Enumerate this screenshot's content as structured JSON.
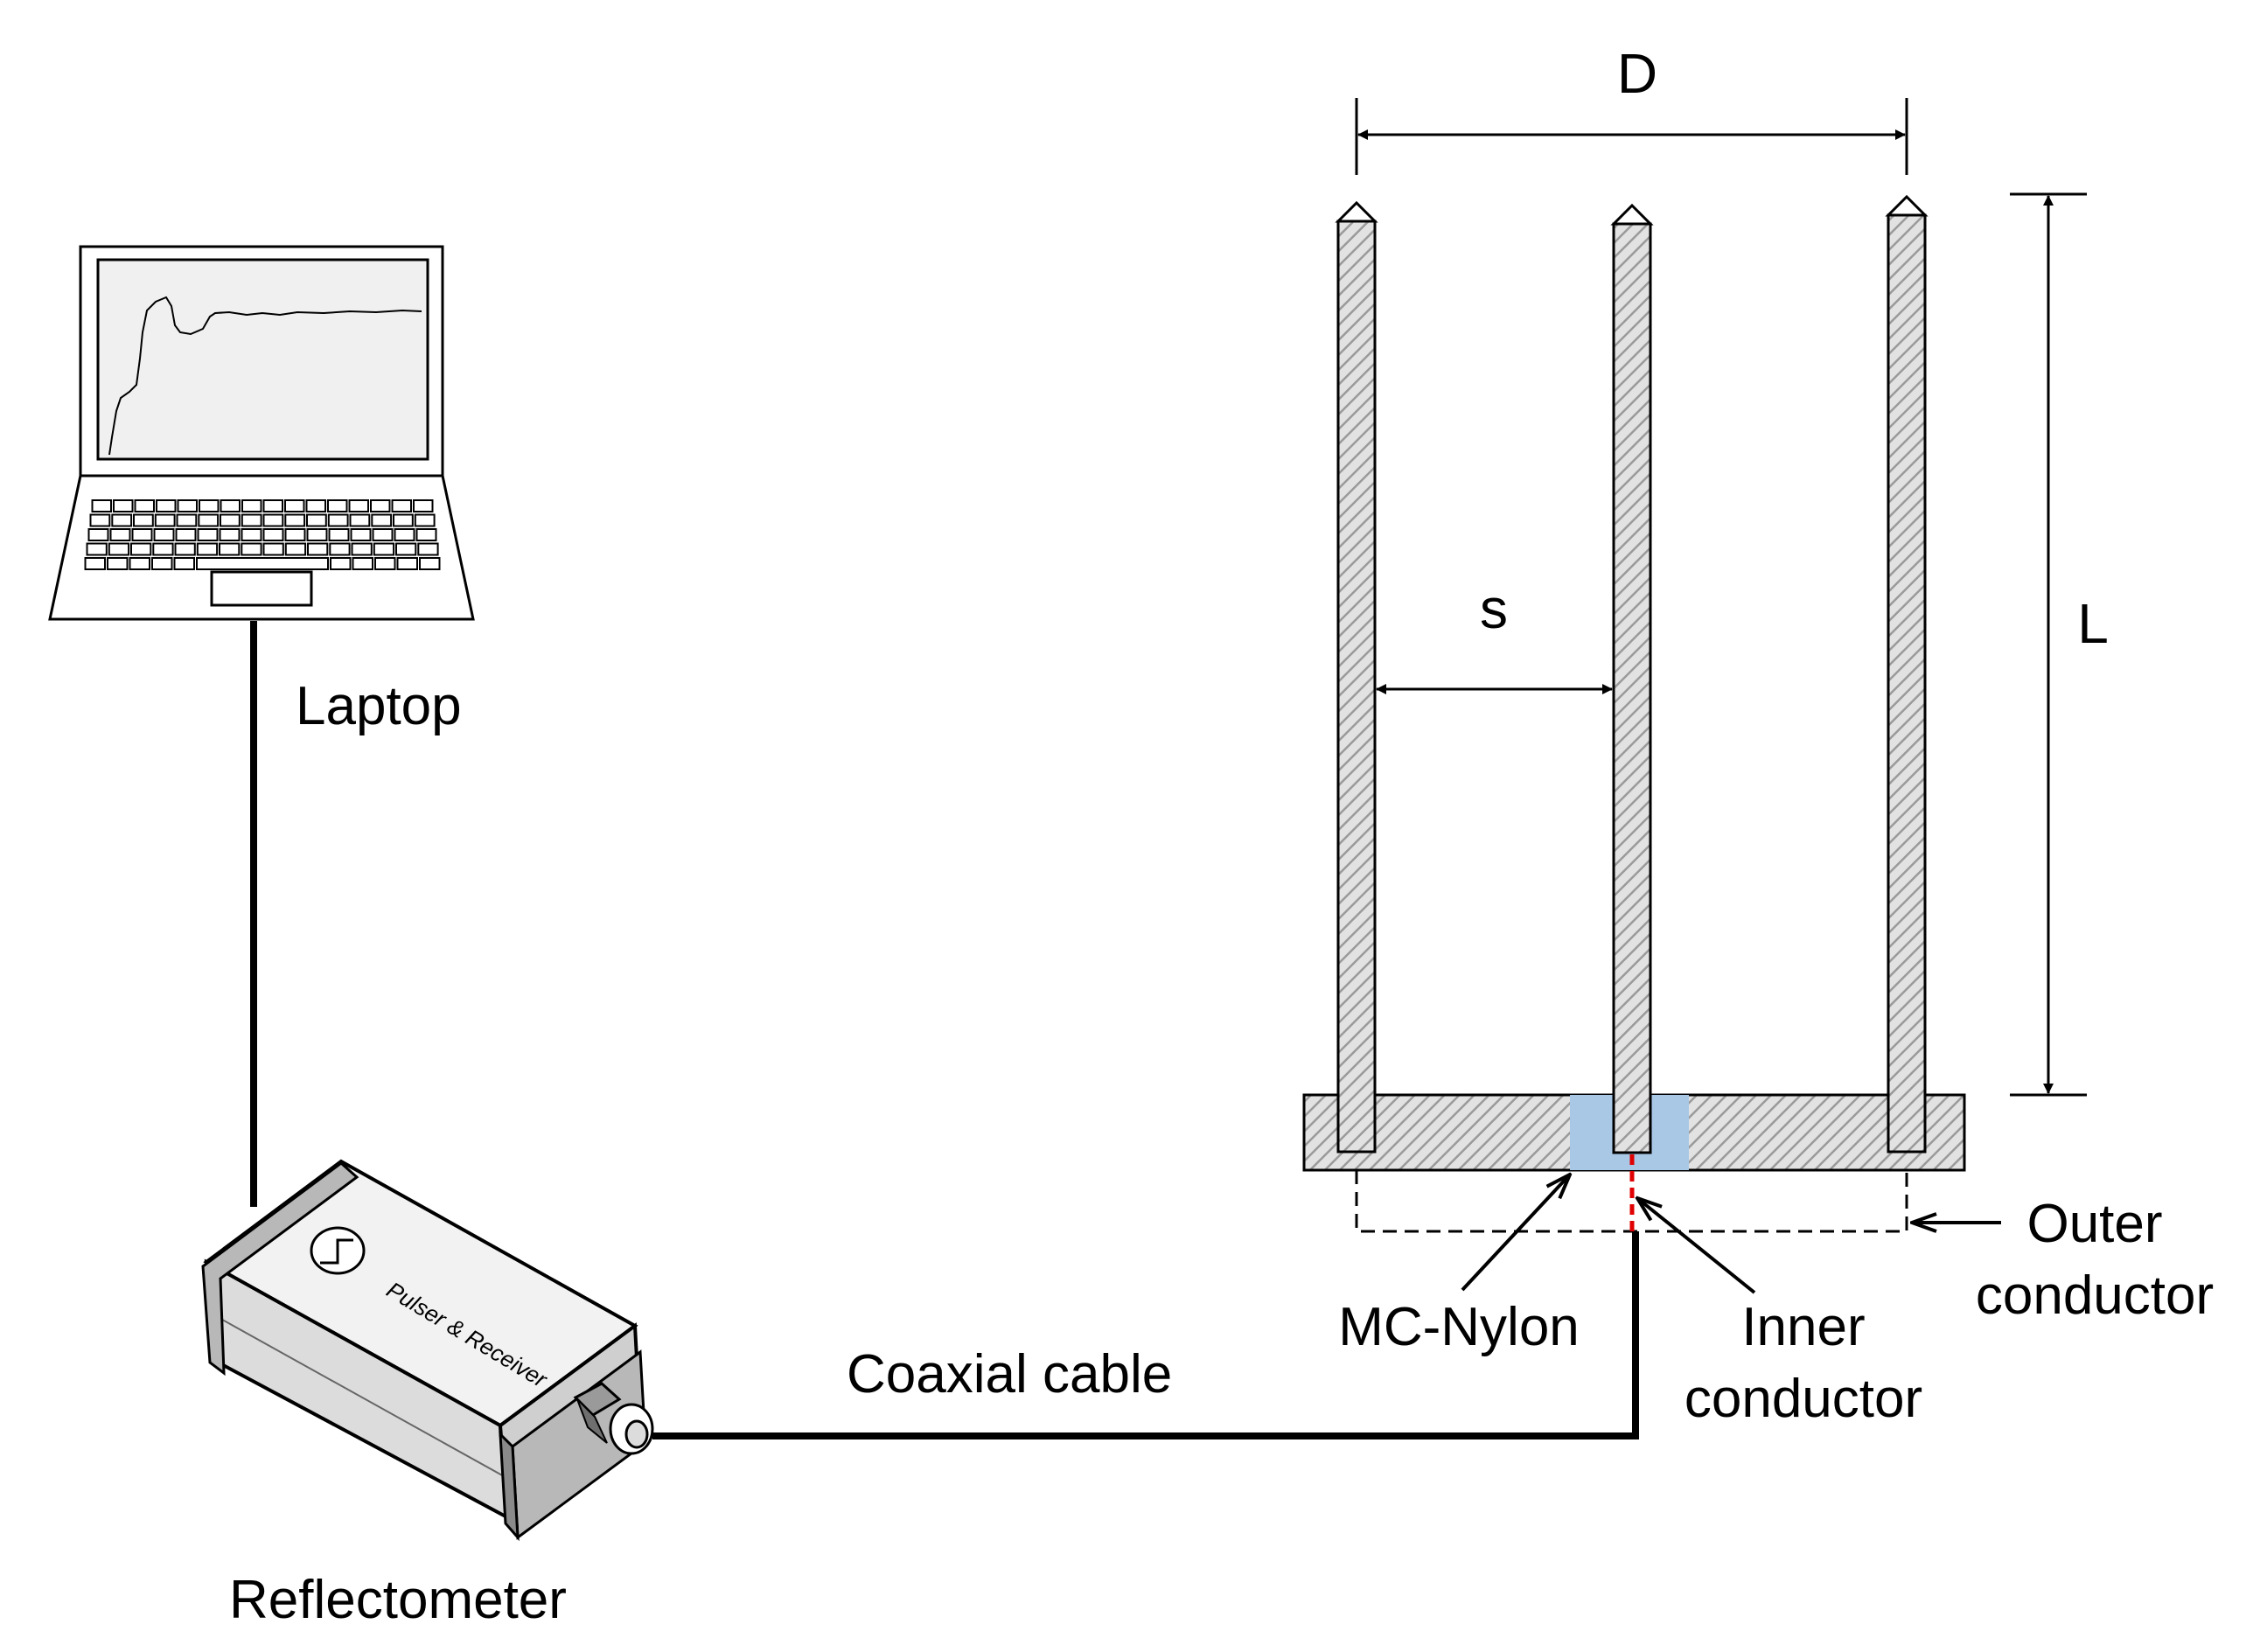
{
  "labels": {
    "laptop": "Laptop",
    "reflectometer": "Reflectometer",
    "device_text": "Pulser & Receiver",
    "coaxial_cable": "Coaxial cable",
    "dim_D": "D",
    "dim_s": "s",
    "dim_L": "L",
    "mc_nylon": "MC-Nylon",
    "inner_conductor_line1": "Inner",
    "inner_conductor_line2": "conductor",
    "outer_conductor_line1": "Outer",
    "outer_conductor_line2": "conductor"
  },
  "colors": {
    "rod_hatch": "#9a9a9a",
    "nylon": "#a9c8e6",
    "inner_conductor_dash": "#e00000",
    "screen_fill": "#f0f0f0"
  },
  "icons": [
    "laptop-icon",
    "reflectometer-icon",
    "bnc-connector-icon",
    "pulse-step-icon"
  ]
}
